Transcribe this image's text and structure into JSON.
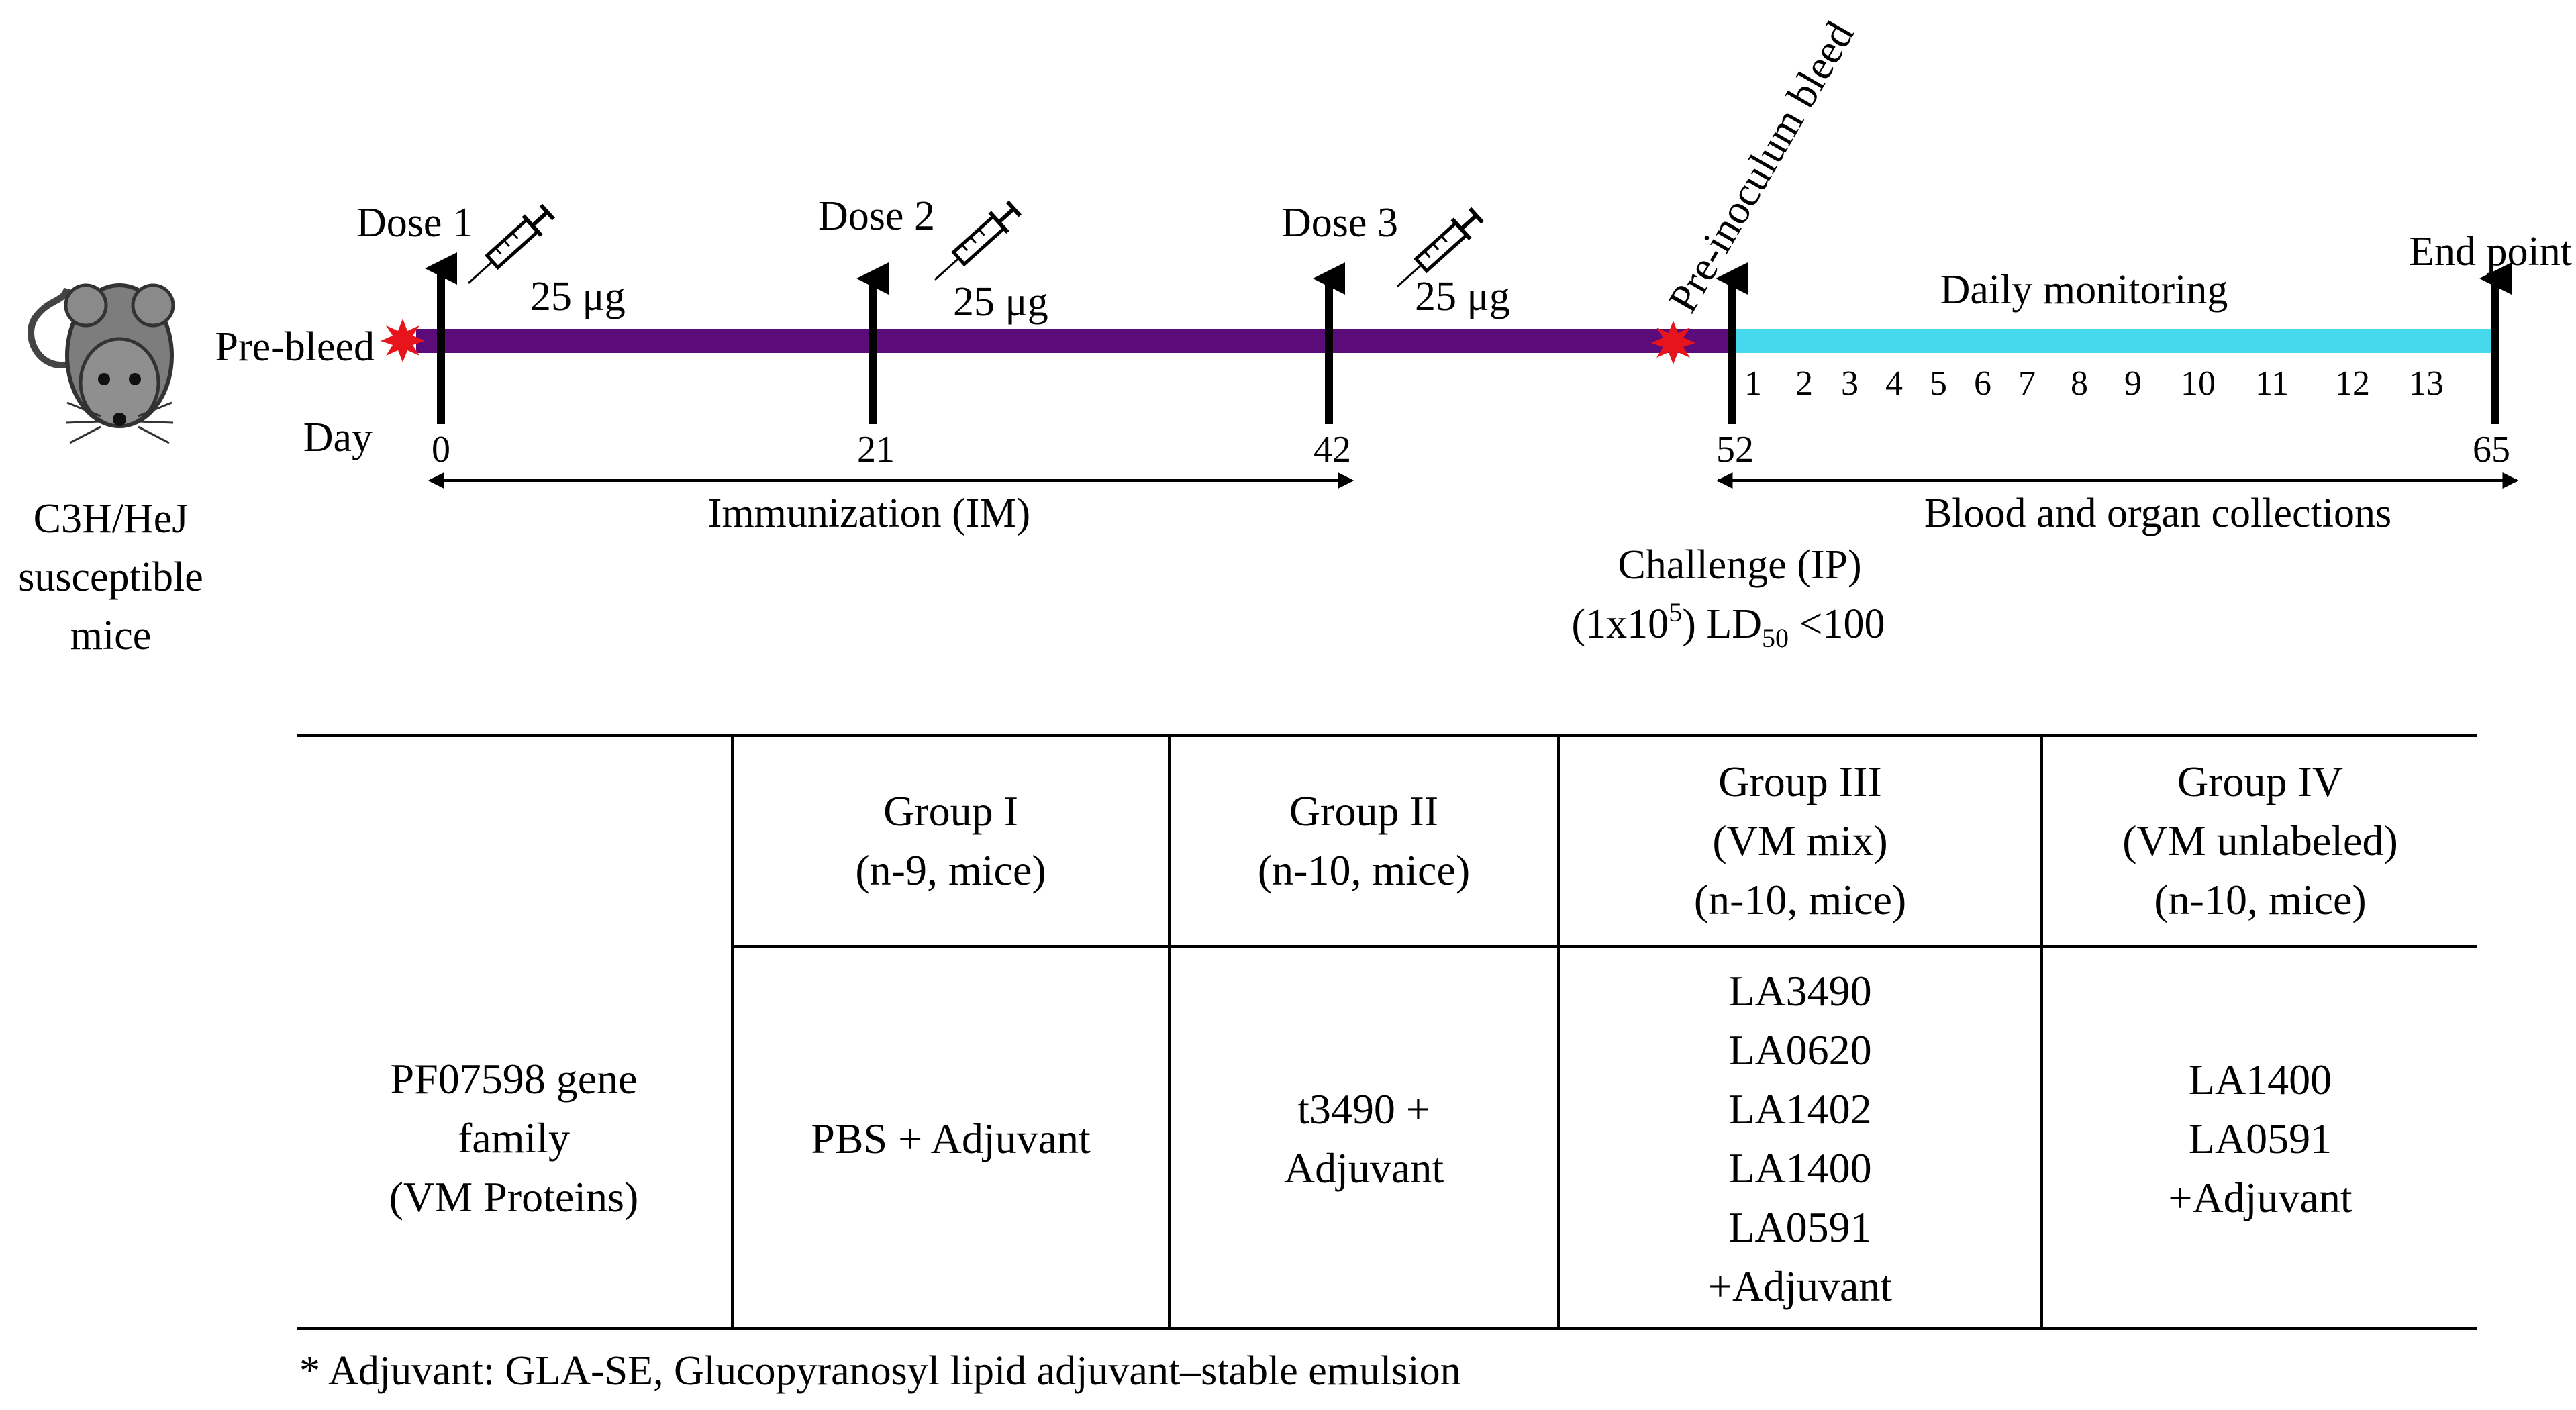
{
  "timeline": {
    "doses": [
      {
        "label": "Dose 1",
        "amount": "25 μg"
      },
      {
        "label": "Dose 2",
        "amount": "25 μg"
      },
      {
        "label": "Dose 3",
        "amount": "25 μg"
      }
    ],
    "prebleed_label": "Pre-bleed",
    "day_label": "Day",
    "day_ticks": [
      "0",
      "21",
      "42",
      "52",
      "65"
    ],
    "pre_inoculum_label": "Pre-inoculum bleed",
    "end_point_label": "End point",
    "daily_monitoring_label": "Daily monitoring",
    "monitoring_days": [
      "1",
      "2",
      "3",
      "4",
      "5",
      "6",
      "7",
      "8",
      "9",
      "10",
      "11",
      "12",
      "13"
    ],
    "immunization_label": "Immunization (IM)",
    "collections_label": "Blood and organ collections",
    "challenge_label": "Challenge (IP)",
    "challenge_dose": {
      "prefix": "(1x10",
      "exp": "5",
      "mid": ") LD",
      "sub": "50",
      "suffix": " <100"
    },
    "colors": {
      "immunization_bar": "#5B0C7A",
      "monitoring_bar": "#46D8EC",
      "bleed_star": "#E8141B"
    }
  },
  "mouse_caption": [
    "C3H/HeJ",
    "susceptible",
    "mice"
  ],
  "table": {
    "header": [
      [
        ""
      ],
      [
        "Group I",
        "(n-9, mice)"
      ],
      [
        "Group II",
        "(n-10, mice)"
      ],
      [
        "Group III",
        "(VM mix)",
        "(n-10, mice)"
      ],
      [
        "Group IV",
        "(VM unlabeled)",
        "(n-10, mice)"
      ]
    ],
    "row": [
      [
        "PF07598 gene",
        "family",
        "(VM Proteins)"
      ],
      [
        "PBS + Adjuvant"
      ],
      [
        "t3490 +",
        "Adjuvant"
      ],
      [
        "LA3490",
        "LA0620",
        "LA1402",
        "LA1400",
        "LA0591",
        "+Adjuvant"
      ],
      [
        "LA1400",
        "LA0591",
        "+Adjuvant"
      ]
    ]
  },
  "footnote": "* Adjuvant: GLA-SE, Glucopyranosyl lipid adjuvant–stable emulsion"
}
